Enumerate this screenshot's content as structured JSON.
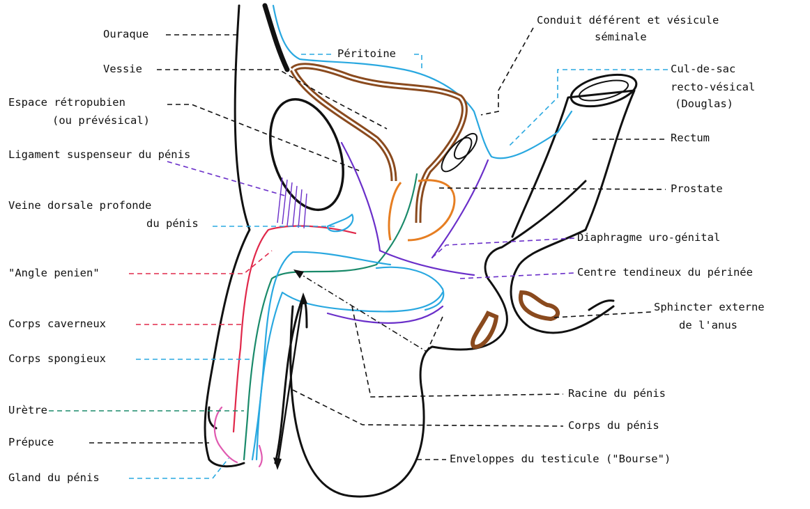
{
  "labels": {
    "ouraque": "Ouraque",
    "peritoine": "Péritoine",
    "vessie": "Vessie",
    "espace_line1": "Espace rétropubien",
    "espace_line2": "(ou prévésical)",
    "ligament": "Ligament suspenseur du pénis",
    "veine_line1": "Veine dorsale profonde",
    "veine_line2": "du pénis",
    "angle": "\"Angle penien\"",
    "caverneux": "Corps caverneux",
    "spongieux": "Corps spongieux",
    "uretre": "Urètre",
    "prepuce": "Prépuce",
    "gland": "Gland du pénis",
    "conduit_line1": "Conduit déférent et vésicule",
    "conduit_line2": "séminale",
    "culdesac_line1": "Cul-de-sac",
    "culdesac_line2": "recto-vésical",
    "culdesac_line3": "(Douglas)",
    "rectum": "Rectum",
    "prostate": "Prostate",
    "diaphragme": "Diaphragme uro-génital",
    "centre": "Centre tendineux du périnée",
    "sphincter_line1": "Sphincter externe",
    "sphincter_line2": "de l'anus",
    "racine": "Racine du pénis",
    "corps_penis": "Corps du pénis",
    "enveloppes": "Enveloppes du testicule  (\"Bourse\")"
  },
  "colors": {
    "outline": "#111111",
    "bladder": "#8a4a1e",
    "prostate": "#e67e22",
    "peritoneum": "#29a8e0",
    "spongiosum": "#29a8e0",
    "cavernosum": "#e0284a",
    "ligament": "#6a2fc9",
    "urethra": "#1a8a6a",
    "prepuce": "#e05ab0"
  }
}
